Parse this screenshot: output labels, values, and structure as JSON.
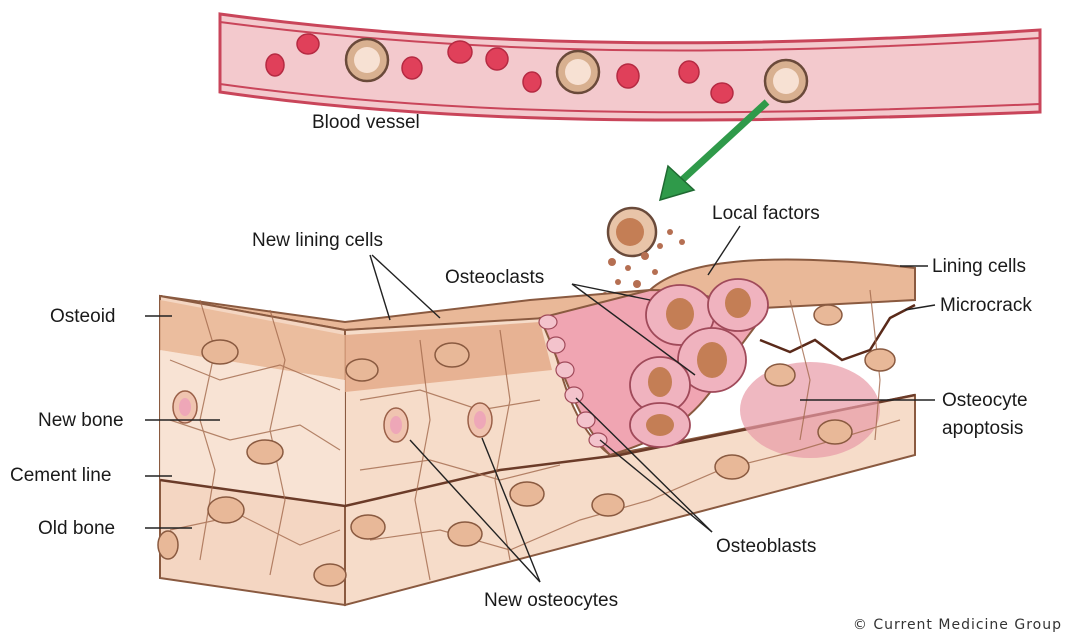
{
  "labels": {
    "blood_vessel": "Blood vessel",
    "local_factors": "Local factors",
    "lining_cells": "Lining cells",
    "microcrack": "Microcrack",
    "osteocyte_apoptosis_line1": "Osteocyte",
    "osteocyte_apoptosis_line2": "apoptosis",
    "new_lining_cells": "New lining cells",
    "osteoclasts": "Osteoclasts",
    "osteoid": "Osteoid",
    "new_bone": "New bone",
    "cement_line": "Cement line",
    "old_bone": "Old bone",
    "osteoblasts": "Osteoblasts",
    "new_osteocytes": "New osteocytes"
  },
  "credit": "© Current Medicine Group",
  "colors": {
    "vessel_wall": "#c9455a",
    "red_cell": "#e0405a",
    "bone_light": "#f6dcc9",
    "bone_mid": "#eebc9f",
    "bone_dark": "#d99878",
    "osteoclast": "#ec9aa8",
    "nucleus": "#c47e55",
    "arrow": "#2f9a4a"
  }
}
